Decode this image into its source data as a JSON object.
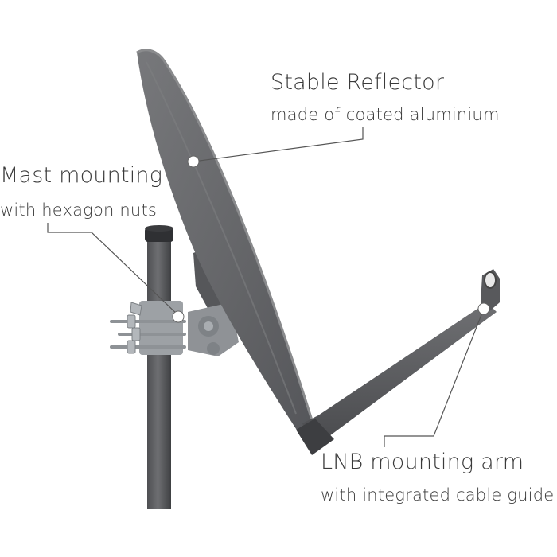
{
  "callouts": {
    "reflector": {
      "title": "Stable Reflector",
      "subtitle": "made of coated aluminium"
    },
    "mast": {
      "title": "Mast mounting",
      "subtitle": "with hexagon nuts"
    },
    "lnb_arm": {
      "title": "LNB mounting arm",
      "subtitle": "with integrated cable guide"
    }
  },
  "colors": {
    "dish": "#6b6c6e",
    "dish_dark": "#4a4b4d",
    "dish_rim": "#8a8b8d",
    "metal": "#a9adb1",
    "leader": "#555555",
    "text": "#3a3a3a"
  }
}
